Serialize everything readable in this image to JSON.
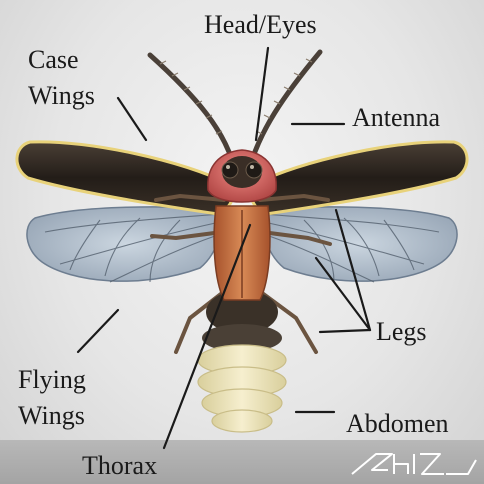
{
  "diagram": {
    "labels": {
      "head_eyes": "Head/Eyes",
      "case_wings_line1": "Case",
      "case_wings_line2": "Wings",
      "antenna": "Antenna",
      "legs": "Legs",
      "flying_wings_line1": "Flying",
      "flying_wings_line2": "Wings",
      "abdomen": "Abdomen",
      "thorax": "Thorax"
    }
  },
  "colors": {
    "background": "#e6e6e6",
    "bottom_band": "#aaaaaa",
    "leader_line": "#1a1a1a",
    "label_text": "#1a1a1a",
    "elytra": "#2a231d",
    "elytra_edge": "#e8d27a",
    "hind_wing": "#9fb0c2",
    "head_shield": "#d86b68",
    "thorax": "#c26a3e",
    "lantern": "#efe6b8",
    "abdomen_dark": "#3a3128"
  },
  "logo": {
    "icon": "artist-signature-logo",
    "text": "SHIZ"
  }
}
